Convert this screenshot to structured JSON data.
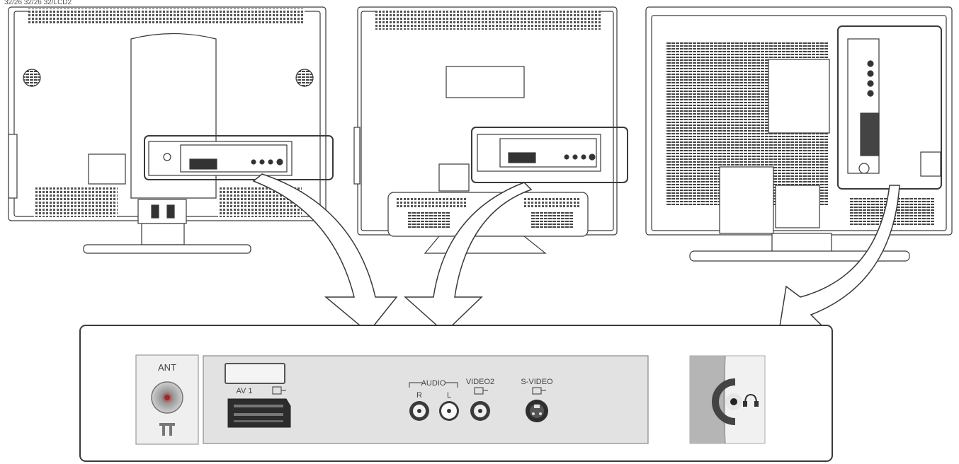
{
  "header_text": "32/26 32/26 32/LCD2",
  "colors": {
    "stroke": "#3a3a3a",
    "panel_fill": "#e2e2e2",
    "panel_fill_light": "#efefef",
    "vent": "#555555",
    "arrow_fill": "#ffffff"
  },
  "tv_views": [
    {
      "name": "tv-rear-left"
    },
    {
      "name": "tv-rear-center"
    },
    {
      "name": "tv-rear-right"
    }
  ],
  "connector_panel": {
    "ant_label": "ANT",
    "av1_label": "AV 1",
    "audio_label": "AUDIO",
    "audio_r": "R",
    "audio_l": "L",
    "video2_label": "VIDEO2",
    "svideo_label": "S-VIDEO",
    "headphone_icon": "headphone-icon"
  }
}
